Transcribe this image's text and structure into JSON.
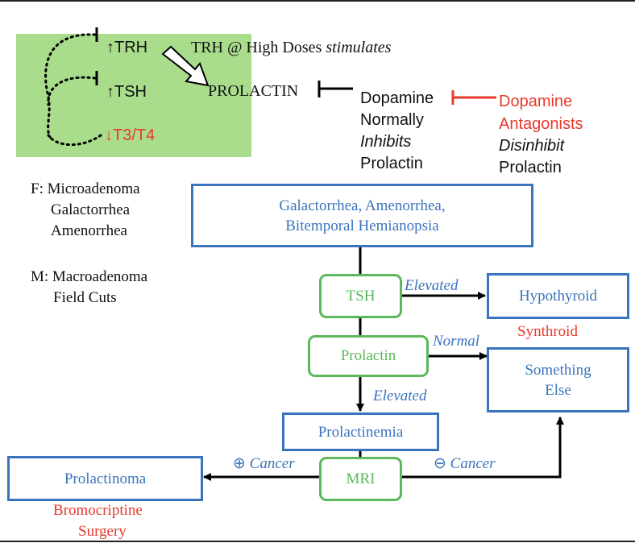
{
  "top_panel": {
    "trh_label": "↑TRH",
    "tsh_label": "↑TSH",
    "t3t4_label": "↓T3/T4",
    "trh_note_prefix": "TRH @ High Doses ",
    "trh_note_verb": "stimulates",
    "prolactin_label": "PROLACTIN"
  },
  "dopamine": {
    "line1": "Dopamine",
    "line2": "Normally",
    "line3": "Inhibits",
    "line4": "Prolactin"
  },
  "antagonists": {
    "line1": "Dopamine",
    "line2": "Antagonists",
    "line3": "Disinhibit",
    "line4": "Prolactin"
  },
  "female_note": {
    "line1": "F: Microadenoma",
    "line2": "Galactorrhea",
    "line3": "Amenorrhea"
  },
  "male_note": {
    "line1": "M: Macroadenoma",
    "line2": "Field Cuts"
  },
  "flow": {
    "symptoms_line1": "Galactorrhea, Amenorrhea,",
    "symptoms_line2": "Bitemporal Hemianopsia",
    "tsh": "TSH",
    "tsh_elevated": "Elevated",
    "hypothyroid": "Hypothyroid",
    "synthroid": "Synthroid",
    "prolactin": "Prolactin",
    "prolactin_normal": "Normal",
    "something_line1": "Something",
    "something_line2": "Else",
    "prolactin_elevated": "Elevated",
    "prolactinemia": "Prolactinemia",
    "mri": "MRI",
    "pos_cancer_symbol": "⊕",
    "pos_cancer": "Cancer",
    "neg_cancer_symbol": "⊖",
    "neg_cancer": "Cancer",
    "prolactinoma": "Prolactinoma",
    "treatment_line1": "Bromocriptine",
    "treatment_line2": "Surgery"
  },
  "colors": {
    "blue": "#3a74bd",
    "green": "#5cb85c",
    "red": "#e8392b",
    "panel_green": "#a9dd8c"
  }
}
